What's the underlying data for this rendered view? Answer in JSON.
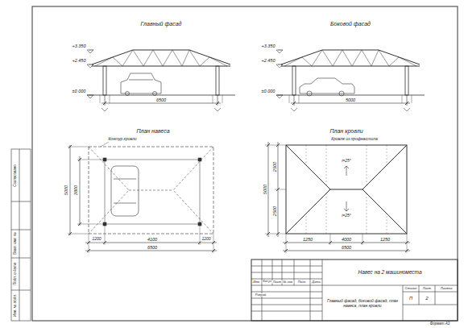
{
  "diagram": {
    "labels": [
      "Главный фасад",
      "Боковой фасад",
      "План навеса",
      "План кровли",
      "+3.350",
      "+2.450",
      "±0.000",
      "6500",
      "+3.350",
      "+2.450",
      "±0.000",
      "5000",
      "Контур кровли",
      "5000",
      "3800",
      "1200",
      "4100",
      "1200",
      "6500",
      "Кровля из профнастила",
      "i=25°",
      "i=25°",
      "2500",
      "2500",
      "5000",
      "1250",
      "4000",
      "1250",
      "6500",
      "Изм.",
      "Кол.уч",
      "Лист",
      "№ док.",
      "Подп.",
      "Дата",
      "Разраб.",
      "Навес на 2 машиноместа",
      "Стадия",
      "Лист",
      "Листов",
      "П",
      "2",
      "Главный фасад, боковой фасад, план навеса, план кровли",
      "Формат А3",
      "Согласовано",
      "Взам. инв. №",
      "Подп. и дата",
      "Инв. № подл."
    ]
  }
}
